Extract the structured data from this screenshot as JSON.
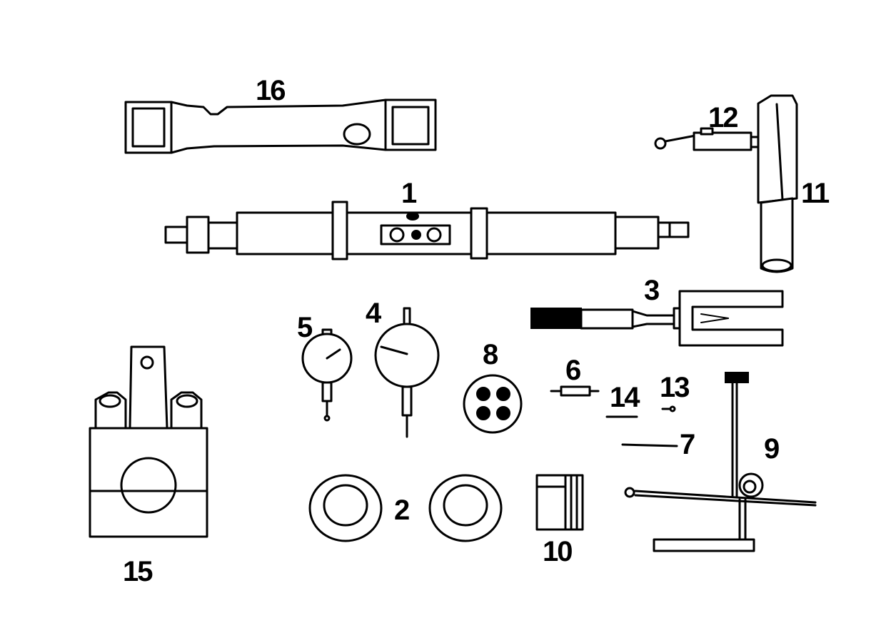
{
  "diagram": {
    "background": "#ffffff",
    "ink_color": "#000000",
    "part_labels": {
      "p1": "1",
      "p2": "2",
      "p3": "3",
      "p4": "4",
      "p5": "5",
      "p6": "6",
      "p7": "7",
      "p8": "8",
      "p9": "9",
      "p10": "10",
      "p11": "11",
      "p12": "12",
      "p13": "13",
      "p14": "14",
      "p15": "15",
      "p16": "16"
    }
  }
}
